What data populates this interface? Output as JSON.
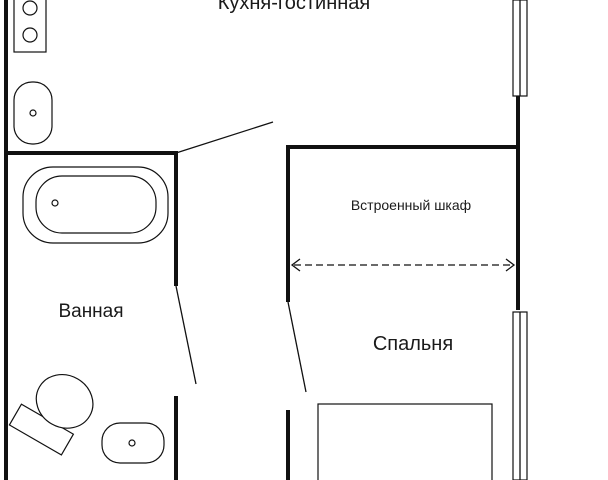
{
  "rooms": {
    "kitchen_living": "Кухня-гостинная",
    "bathroom": "Ванная",
    "closet": "Встроенный шкаф",
    "bedroom": "Спальня"
  },
  "colors": {
    "walls": "#111111",
    "background": "#ffffff"
  }
}
